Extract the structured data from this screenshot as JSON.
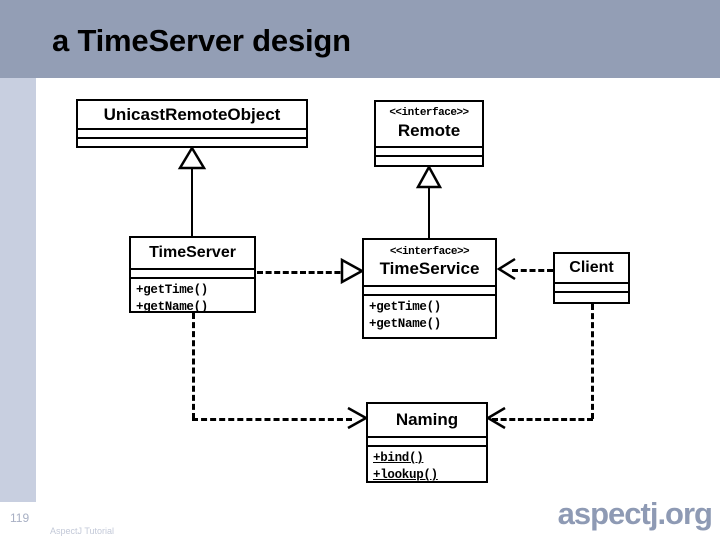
{
  "slide": {
    "title": "a TimeServer design",
    "page_number": "119",
    "footer_note": "AspectJ Tutorial",
    "brand": "aspectj.org",
    "colors": {
      "header_bg": "#939eb5",
      "rail_bg": "#c8cfe0",
      "canvas_bg": "#ffffff",
      "line": "#000000",
      "brand_text": "#8e9ab4",
      "page_number_text": "#a8b0c4",
      "footer_note_text": "#c3c9d8"
    }
  },
  "diagram": {
    "type": "uml-class-diagram",
    "classes": [
      {
        "id": "unicast-remote-object",
        "stereotype": "",
        "name": "UnicastRemoteObject",
        "operations": []
      },
      {
        "id": "remote",
        "stereotype": "<<interface>>",
        "name": "Remote",
        "operations": []
      },
      {
        "id": "time-server",
        "stereotype": "",
        "name": "TimeServer",
        "operations": [
          "+getTime()",
          "+getName()"
        ]
      },
      {
        "id": "time-service",
        "stereotype": "<<interface>>",
        "name": "TimeService",
        "operations": [
          "+getTime()",
          "+getName()"
        ]
      },
      {
        "id": "client",
        "stereotype": "",
        "name": "Client",
        "operations": []
      },
      {
        "id": "naming",
        "stereotype": "",
        "name": "Naming",
        "operations": [
          "+bind()",
          "+lookup()"
        ]
      }
    ],
    "relationships": [
      {
        "id": "rel-timeserver-extends-unicast",
        "from": "time-server",
        "to": "unicast-remote-object",
        "kind": "generalization",
        "line": "solid",
        "head": "hollow-triangle"
      },
      {
        "id": "rel-timeservice-extends-remote",
        "from": "time-service",
        "to": "remote",
        "kind": "generalization",
        "line": "solid",
        "head": "hollow-triangle"
      },
      {
        "id": "rel-timeserver-implements-timeservice",
        "from": "time-server",
        "to": "time-service",
        "kind": "realization",
        "line": "dashed",
        "head": "hollow-triangle"
      },
      {
        "id": "rel-client-uses-timeservice",
        "from": "client",
        "to": "time-service",
        "kind": "dependency",
        "line": "dashed",
        "head": "open-arrow"
      },
      {
        "id": "rel-timeserver-uses-naming",
        "from": "time-server",
        "to": "naming",
        "kind": "dependency",
        "line": "dashed",
        "head": "open-arrow"
      },
      {
        "id": "rel-client-uses-naming",
        "from": "client",
        "to": "naming",
        "kind": "dependency",
        "line": "dashed",
        "head": "open-arrow"
      }
    ]
  }
}
